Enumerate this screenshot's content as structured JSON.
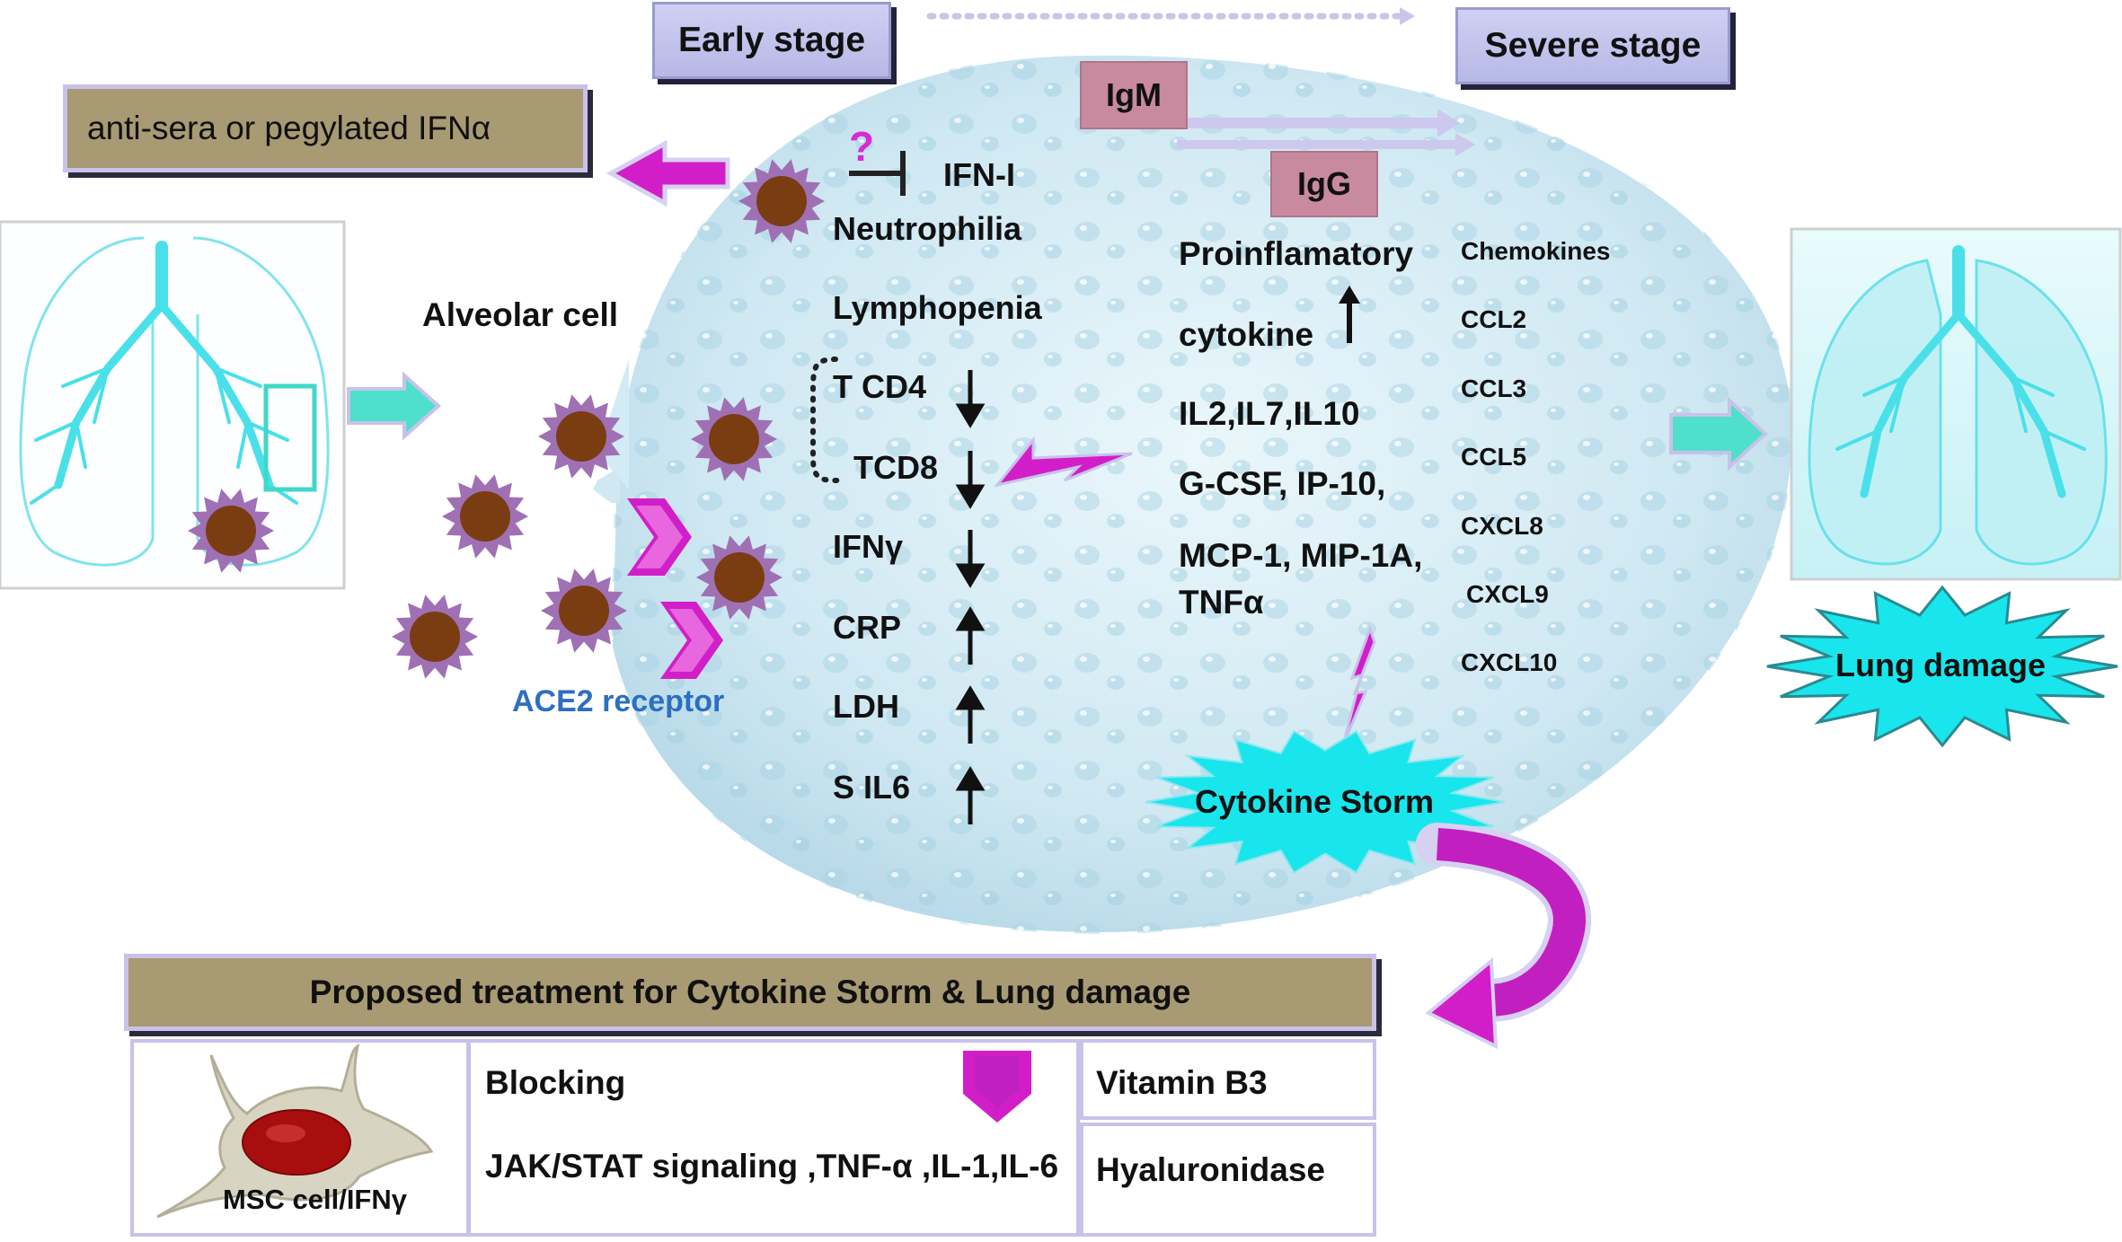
{
  "stages": {
    "early": "Early stage",
    "severe": "Severe stage"
  },
  "top_left_box": "anti-sera or pegylated IFNα",
  "alveolar_label": "Alveolar cell",
  "ace2_label": "ACE2 receptor",
  "question_mark": "?",
  "antibodies": {
    "igm": "IgM",
    "igg": "IgG"
  },
  "left_column": {
    "ifn_i": "IFN-I",
    "neutrophilia": "Neutrophilia",
    "lymphopenia": "Lymphopenia",
    "markers": [
      {
        "label": "T CD4",
        "direction": "down"
      },
      {
        "label": "TCD8",
        "direction": "down"
      },
      {
        "label": "IFNγ",
        "direction": "down"
      },
      {
        "label": "CRP",
        "direction": "up"
      },
      {
        "label": "LDH",
        "direction": "up"
      },
      {
        "label": "S IL6",
        "direction": "up"
      }
    ]
  },
  "middle_column": {
    "line1": "Proinflamatory",
    "line2": "cytokine",
    "list": [
      "IL2,IL7,IL10",
      "G-CSF, IP-10,",
      "MCP-1, MIP-1A,",
      "TNFα"
    ]
  },
  "chemokines": {
    "header": "Chemokines",
    "items": [
      "CCL2",
      "CCL3",
      "CCL5",
      "CXCL8",
      "CXCL9",
      "CXCL10"
    ]
  },
  "cytokine_storm": "Cytokine  Storm",
  "lung_damage": "Lung damage",
  "treatment": {
    "header": "Proposed treatment for Cytokine Storm & Lung damage",
    "msc_label": "MSC cell/IFNγ",
    "blocking": "Blocking",
    "blocking_targets": "JAK/STAT signaling ,TNF-α ,IL-1,IL-6",
    "vitamin": "Vitamin B3",
    "hyaluronidase": "Hyaluronidase"
  },
  "colors": {
    "virus_spikes": "#a070b4",
    "virus_body": "#7a3d12",
    "arrow_magenta": "#d21ec8",
    "arrow_teal": "#40d8c8",
    "burst_cyan": "#19e6ec",
    "ace2_text": "#2c6fc0",
    "question_mark": "#d62ad6"
  }
}
